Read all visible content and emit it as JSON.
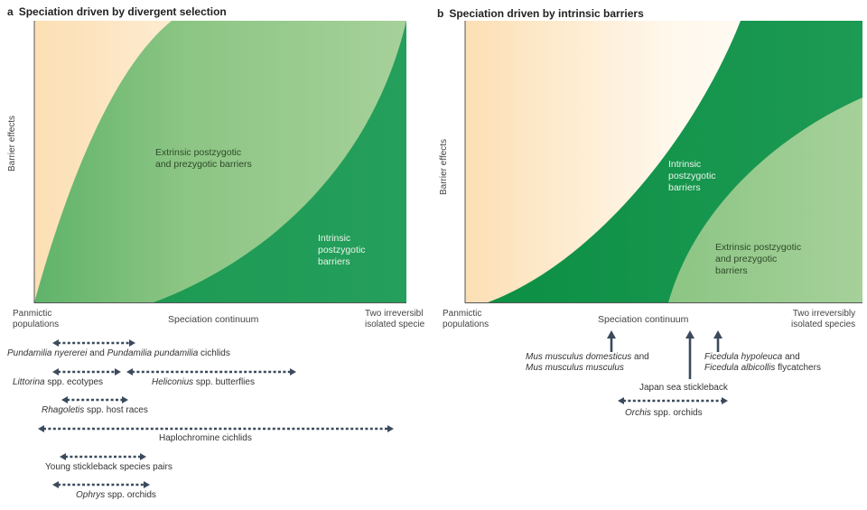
{
  "panel_a": {
    "letter": "a",
    "title": "Speciation driven by divergent selection",
    "y_label": "Barrier effects",
    "x_left": [
      "Panmictic",
      "populations"
    ],
    "x_center": "Speciation continuum",
    "x_right": [
      "Two irreversibl",
      "isolated specie"
    ],
    "region_extrinsic": [
      "Extrinsic postzygotic",
      "and prezygotic barriers"
    ],
    "region_intrinsic": [
      "Intrinsic",
      "postzygotic",
      "barriers"
    ],
    "species": [
      {
        "italic": "Pundamilia nyererei",
        "mid": " and ",
        "italic2": "Pundamilia pundamilia",
        "rest": " cichlids"
      },
      {
        "italic": "Littorina",
        "rest": " spp. ecotypes"
      },
      {
        "italic": "Heliconius",
        "rest": " spp. butterflies"
      },
      {
        "italic": "Rhagoletis",
        "rest": " spp. host races"
      },
      {
        "italic": "",
        "rest": "Haplochromine cichlids"
      },
      {
        "italic": "",
        "rest": "Young stickleback species pairs"
      },
      {
        "italic": "Ophrys",
        "rest": " spp. orchids"
      }
    ]
  },
  "panel_b": {
    "letter": "b",
    "title": "Speciation driven by intrinsic barriers",
    "y_label": "Barrier effects",
    "x_left": [
      "Panmictic",
      "populations"
    ],
    "x_center": "Speciation continuum",
    "x_right": [
      "Two irreversibly",
      "isolated species"
    ],
    "region_intrinsic": [
      "Intrinsic",
      "postzygotic",
      "barriers"
    ],
    "region_extrinsic": [
      "Extrinsic postzygotic",
      "and prezygotic",
      "barriers"
    ],
    "species": [
      {
        "line1_italic": "Mus musculus domesticus",
        "line1_rest": " and",
        "line2_italic": "Mus musculus musculus"
      },
      {
        "line1_italic": "Ficedula hypoleuca",
        "line1_rest": " and",
        "line2_italic": "Ficedula albicollis",
        "line2_rest": " flycatchers"
      },
      {
        "italic": "",
        "rest": "Japan sea stickleback"
      },
      {
        "italic": "Orchis",
        "rest": " spp. orchids"
      }
    ]
  },
  "colors": {
    "dark_green": "#119a4f",
    "light_green": "#95c88a",
    "cream": "#fde6c4",
    "arrow": "#3b4a5c"
  }
}
